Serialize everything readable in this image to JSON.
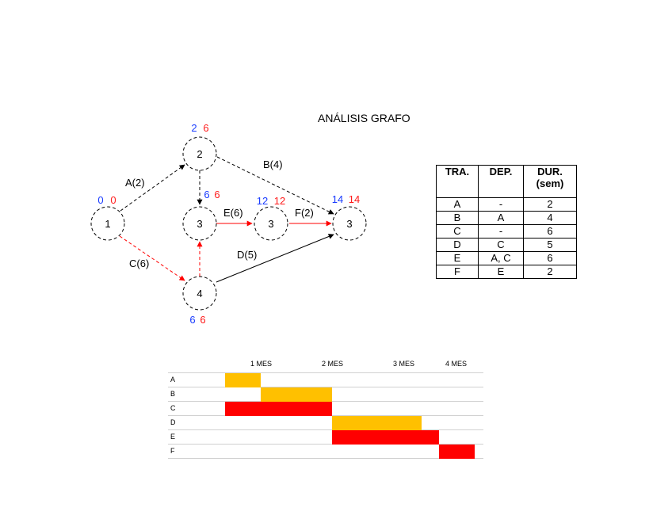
{
  "title": "ANÁLISIS GRAFO",
  "colors": {
    "critical": "#ff0000",
    "noncritical": "#000000",
    "early": "#1a3cff",
    "late": "#ff1a1a",
    "gantt_yellow": "#ffc000",
    "gantt_red": "#ff0000"
  },
  "nodes": {
    "n1": {
      "label": "1",
      "early": "0",
      "late": "0"
    },
    "n2": {
      "label": "2",
      "early": "2",
      "late": "6"
    },
    "n3a": {
      "label": "3",
      "early": "6",
      "late": "6"
    },
    "n3b": {
      "label": "3",
      "early": "12",
      "late": "12"
    },
    "n3c": {
      "label": "3",
      "early": "14",
      "late": "14"
    },
    "n4": {
      "label": "4",
      "early": "6",
      "late": "6"
    }
  },
  "edges": {
    "A": "A(2)",
    "B": "B(4)",
    "C": "C(6)",
    "D": "D(5)",
    "E": "E(6)",
    "F": "F(2)"
  },
  "table": {
    "headers": [
      "TRA.",
      "DEP.",
      "DUR.\n(sem)"
    ],
    "rows": [
      [
        "A",
        "-",
        "2"
      ],
      [
        "B",
        "A",
        "4"
      ],
      [
        "C",
        "-",
        "6"
      ],
      [
        "D",
        "C",
        "5"
      ],
      [
        "E",
        "A, C",
        "6"
      ],
      [
        "F",
        "E",
        "2"
      ]
    ]
  },
  "gantt": {
    "months": [
      "1 MES",
      "2 MES",
      "3 MES",
      "4 MES"
    ],
    "tasks": [
      {
        "name": "A",
        "start": 0,
        "duration": 2,
        "critical": false
      },
      {
        "name": "B",
        "start": 2,
        "duration": 4,
        "critical": false
      },
      {
        "name": "C",
        "start": 0,
        "duration": 6,
        "critical": true
      },
      {
        "name": "D",
        "start": 6,
        "duration": 5,
        "critical": false
      },
      {
        "name": "E",
        "start": 6,
        "duration": 6,
        "critical": true
      },
      {
        "name": "F",
        "start": 12,
        "duration": 2,
        "critical": true
      }
    ]
  }
}
